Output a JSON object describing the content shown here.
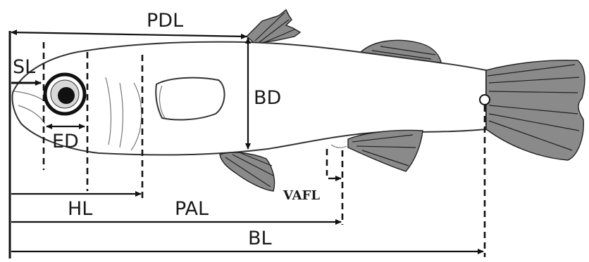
{
  "labels": {
    "pdl": "PDL",
    "sl": "SL",
    "bd": "BD",
    "ed": "ED",
    "hl": "HL",
    "pal": "PAL",
    "vafl": "VAFL",
    "bl": "BL"
  },
  "colors": {
    "ink": "#111111",
    "fin": "#8a8a8a",
    "background": "#ffffff"
  }
}
